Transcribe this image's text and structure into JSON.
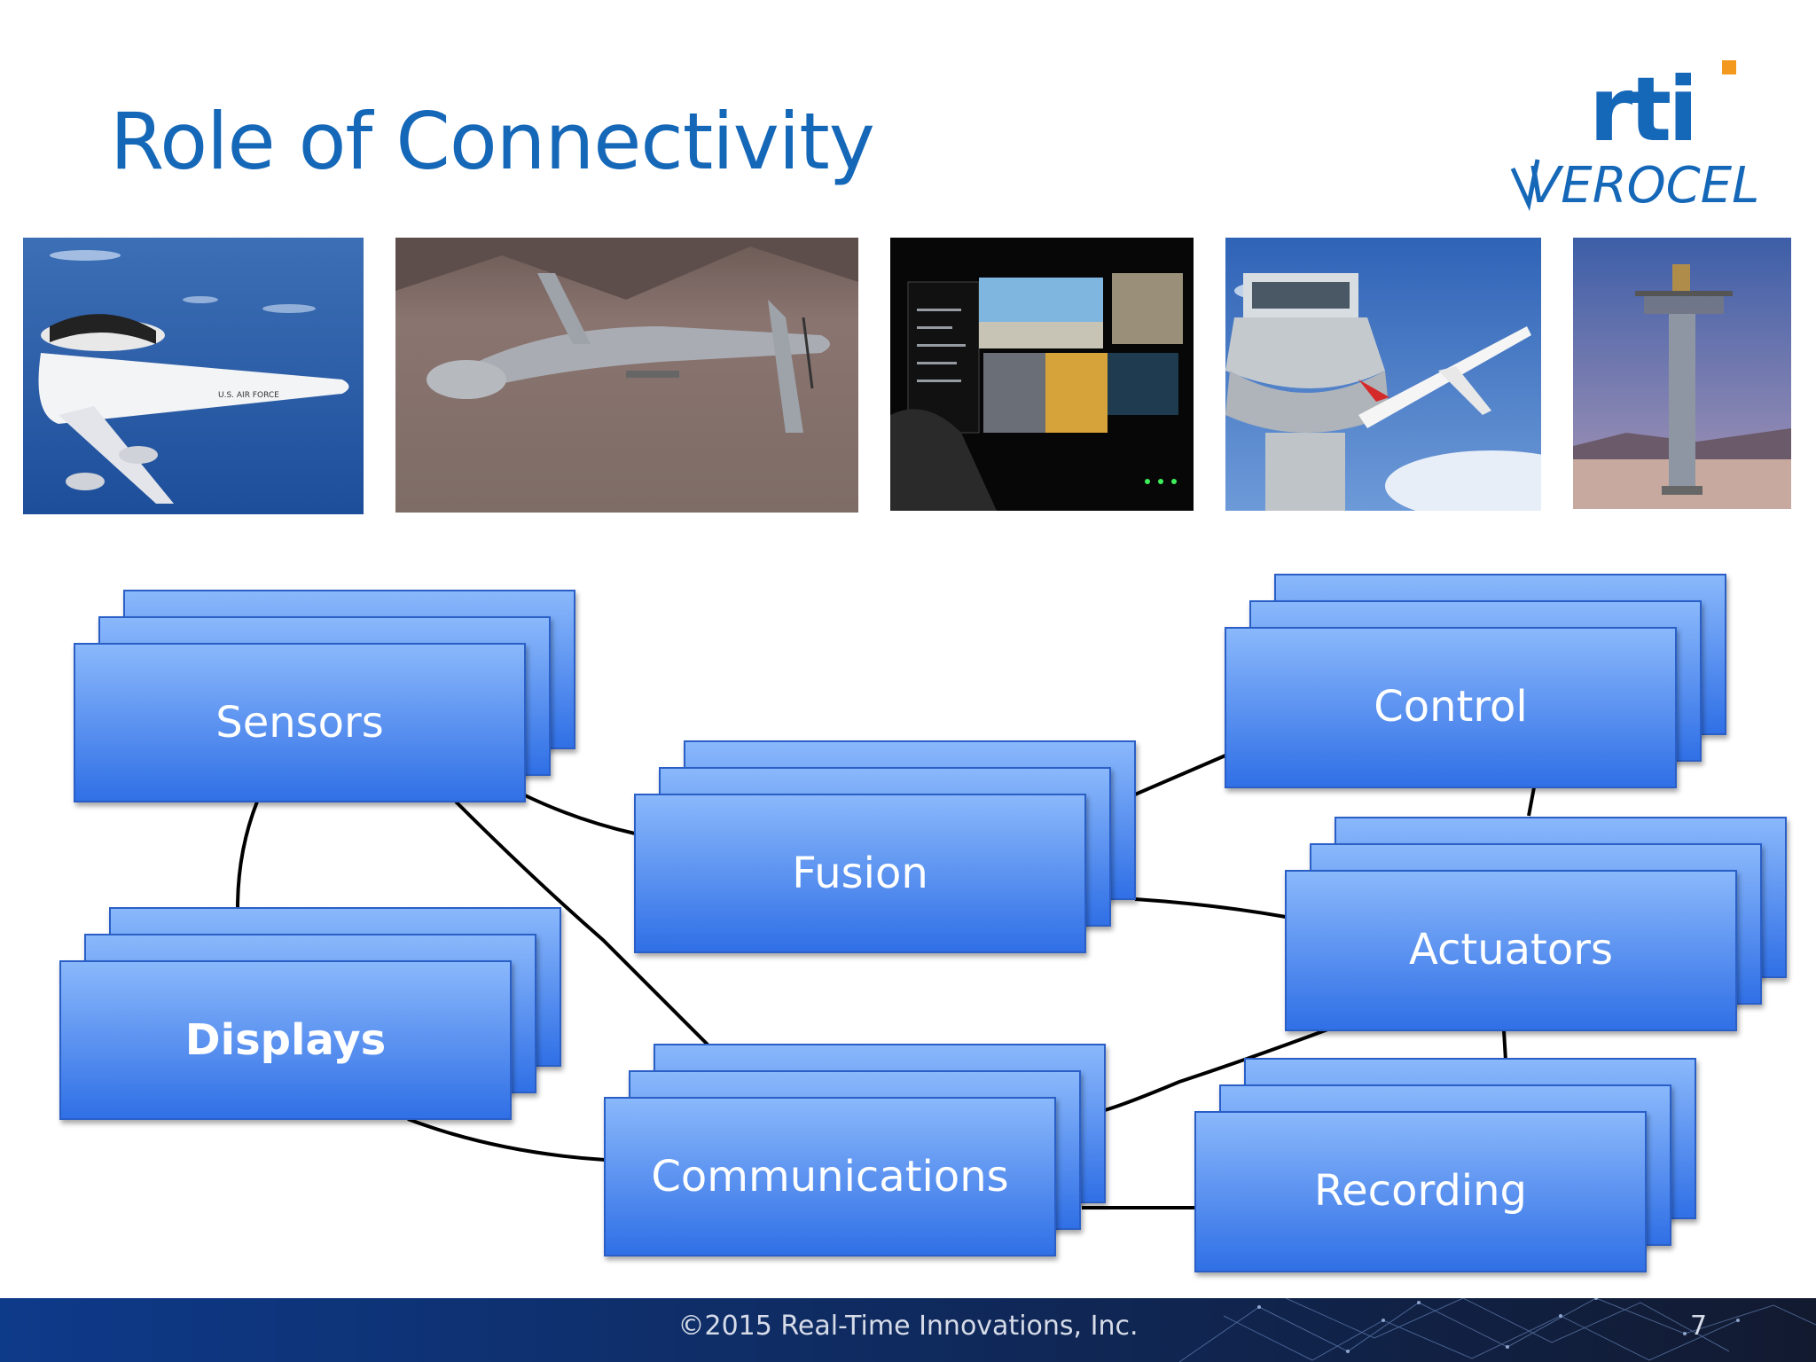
{
  "title": "Role of Connectivity",
  "logo": {
    "top": "rti",
    "bottom": "VEROCEL",
    "accent_color": "#f39a1e",
    "brand_color": "#1567b8"
  },
  "photos": [
    {
      "icon": "awacs-aircraft-photo"
    },
    {
      "icon": "predator-drone-photo"
    },
    {
      "icon": "ground-control-station-photo"
    },
    {
      "icon": "control-tower-photo"
    },
    {
      "icon": "radar-tower-photo"
    }
  ],
  "nodes": [
    {
      "id": "sensors",
      "label": "Sensors",
      "bold": false
    },
    {
      "id": "fusion",
      "label": "Fusion",
      "bold": false
    },
    {
      "id": "control",
      "label": "Control",
      "bold": false
    },
    {
      "id": "actuators",
      "label": "Actuators",
      "bold": false
    },
    {
      "id": "displays",
      "label": "Displays",
      "bold": true
    },
    {
      "id": "communications",
      "label": "Communications",
      "bold": false
    },
    {
      "id": "recording",
      "label": "Recording",
      "bold": false
    }
  ],
  "edges": [
    [
      "sensors",
      "fusion"
    ],
    [
      "sensors",
      "displays"
    ],
    [
      "sensors",
      "communications"
    ],
    [
      "fusion",
      "control"
    ],
    [
      "fusion",
      "actuators"
    ],
    [
      "control",
      "actuators"
    ],
    [
      "actuators",
      "communications"
    ],
    [
      "actuators",
      "recording"
    ],
    [
      "displays",
      "communications"
    ],
    [
      "communications",
      "recording"
    ]
  ],
  "colors": {
    "box_top": "#8ab8fb",
    "box_bottom": "#2f6fe6",
    "box_border": "#2a5fc8",
    "title": "#1567b8",
    "footer_bg": "#0f2a5e"
  },
  "footer": {
    "copyright": "©2015 Real-Time Innovations, Inc.",
    "page_number": "7"
  }
}
